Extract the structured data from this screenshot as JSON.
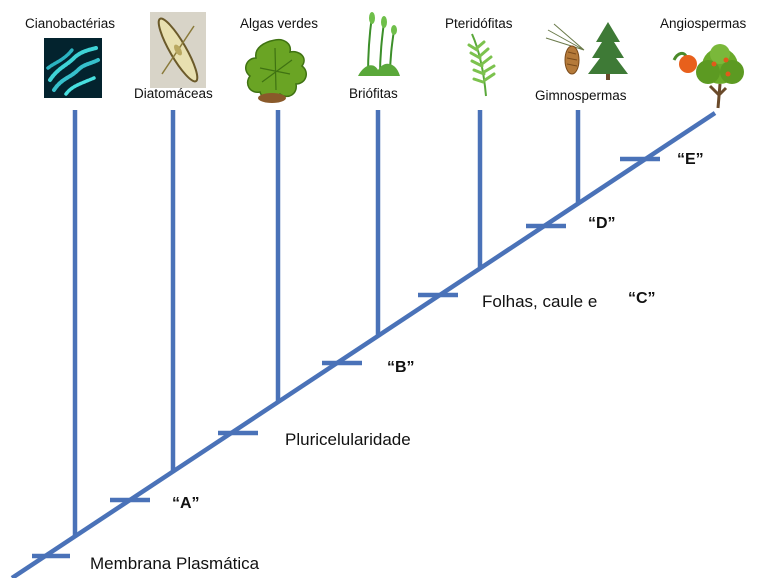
{
  "taxa": [
    {
      "id": "cianobacterias",
      "label": "Cianobactérias"
    },
    {
      "id": "diatomaceas",
      "label": "Diatomáceas"
    },
    {
      "id": "algas-verdes",
      "label": "Algas verdes"
    },
    {
      "id": "briofitas",
      "label": "Briófitas"
    },
    {
      "id": "pteridofitas",
      "label": "Pteridófitas"
    },
    {
      "id": "gimnospermas",
      "label": "Gimnospermas"
    },
    {
      "id": "angiospermas",
      "label": "Angiospermas"
    }
  ],
  "traits": [
    {
      "id": "membrana",
      "label": "Membrana Plasmática"
    },
    {
      "id": "a",
      "label": "“A”"
    },
    {
      "id": "pluricelularidade",
      "label": "Pluricelularidade"
    },
    {
      "id": "b",
      "label": "“B”"
    },
    {
      "id": "folhas",
      "label": "Folhas, caule e"
    },
    {
      "id": "c",
      "label": "“C”"
    },
    {
      "id": "d",
      "label": "“D”"
    },
    {
      "id": "e",
      "label": "“E”"
    }
  ],
  "colors": {
    "line": "#4a72b8",
    "text": "#111111"
  }
}
